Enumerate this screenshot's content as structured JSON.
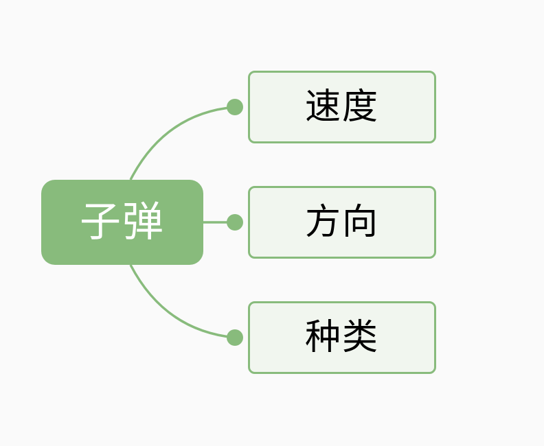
{
  "colors": {
    "background": "#fafafa",
    "branch": "#88bb7c",
    "root_fill": "#88bb7c",
    "root_text": "#ffffff",
    "child_fill": "#f1f6ef",
    "child_border": "#88bb7c",
    "child_text": "#000000"
  },
  "mindmap": {
    "root": {
      "label": "子弹"
    },
    "children": [
      {
        "label": "速度"
      },
      {
        "label": "方向"
      },
      {
        "label": "种类"
      }
    ]
  }
}
